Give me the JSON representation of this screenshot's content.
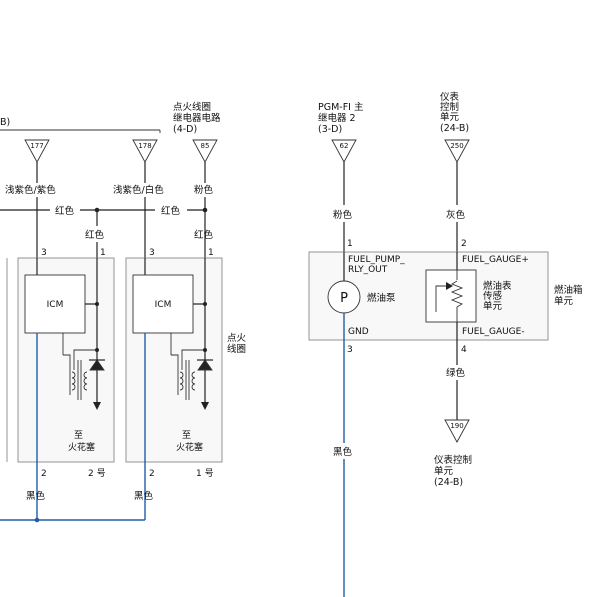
{
  "top_left_label": "B)",
  "left_connectors": [
    {
      "id": "177",
      "wire_top": "浅紫色/紫色"
    },
    {
      "id": "178",
      "wire_top": "浅紫色/白色"
    }
  ],
  "ignition_coil_relay": {
    "line1": "点火线圈",
    "line2": "继电器电路",
    "line3": "(4-D)",
    "id": "85",
    "wire": "粉色"
  },
  "bus_wire": "红色",
  "bus_wire_2": "红色",
  "coil_red_1": "红色",
  "coil_red_2": "红色",
  "modules": [
    {
      "icm": "ICM",
      "pin_top_left": "3",
      "pin_top_right": "1",
      "pin_bottom": "2",
      "number": "2 号",
      "to_line1": "至",
      "to_line2": "火花塞",
      "ground_wire": "黑色"
    },
    {
      "icm": "ICM",
      "pin_top_left": "3",
      "pin_top_right": "1",
      "pin_bottom": "2",
      "number": "1 号",
      "to_line1": "至",
      "to_line2": "火花塞",
      "ground_wire": "黑色"
    }
  ],
  "coil_label_1": "点火",
  "coil_label_2": "线圈",
  "pgm_relay": {
    "line1": "PGM-FI 主",
    "line2": "继电器 2",
    "line3": "(3-D)",
    "id": "62",
    "wire": "粉色"
  },
  "gauge_unit_top": {
    "line1": "仪表",
    "line2": "控制",
    "line3": "单元",
    "line4": "(24-B)",
    "id": "250",
    "wire": "灰色"
  },
  "fuel_tank": {
    "pin1": "1",
    "pin2": "2",
    "pin3": "3",
    "pin4": "4",
    "fuel_pump_out_1": "FUEL_PUMP_",
    "fuel_pump_out_2": "RLY_OUT",
    "fuel_gauge_plus": "FUEL_GAUGE+",
    "fuel_gauge_minus": "FUEL_GAUGE-",
    "gnd": "GND",
    "pump_symbol": "P",
    "pump_label": "燃油泵",
    "sensor_line1": "燃油表",
    "sensor_line2": "传感",
    "sensor_line3": "单元",
    "unit_line1": "燃油箱",
    "unit_line2": "单元"
  },
  "gnd_wire": "黑色",
  "gauge_bottom": {
    "wire": "绿色",
    "id": "190",
    "line1": "仪表控制",
    "line2": "单元",
    "line3": "(24-B)"
  }
}
